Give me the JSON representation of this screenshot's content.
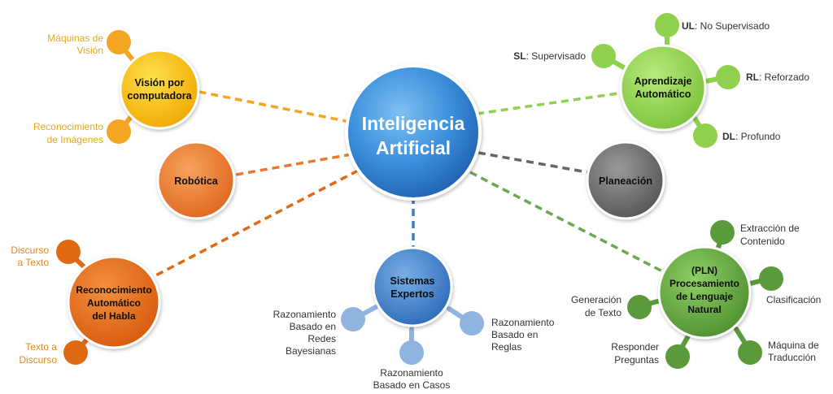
{
  "colors": {
    "center": "#2f80d6",
    "vision": "#f5b800",
    "vision_leaf": "#f4a623",
    "vision_label": "#e6a817",
    "robotica": "#e8792f",
    "habla": "#e06a14",
    "habla_leaf": "#e06a14",
    "habla_label": "#e28a1e",
    "expertos": "#3d7cc9",
    "expertos_leaf": "#8fb4df",
    "aprendizaje": "#8fd14f",
    "aprendizaje_leaf": "#8fd14f",
    "planeacion": "#666666",
    "pln": "#6aa84f",
    "pln_leaf": "#5a9a3a",
    "text_dark": "#333333"
  },
  "center": {
    "line1": "Inteligencia",
    "line2": "Artificial"
  },
  "vision": {
    "line1": "Visión por",
    "line2": "computadora",
    "leaf1_a": "Máquinas de",
    "leaf1_b": "Visión",
    "leaf2_a": "Reconocimiento",
    "leaf2_b": "de Imágenes"
  },
  "robotica": {
    "label": "Robótica"
  },
  "habla": {
    "line1": "Reconocimiento",
    "line2": "Automático",
    "line3": "del Habla",
    "leaf1_a": "Discurso",
    "leaf1_b": "a Texto",
    "leaf2_a": "Texto a",
    "leaf2_b": "Discurso"
  },
  "expertos": {
    "line1": "Sistemas",
    "line2": "Expertos",
    "leaf1_a": "Razonamiento",
    "leaf1_b": "Basado en",
    "leaf1_c": "Redes",
    "leaf1_d": "Bayesianas",
    "leaf2_a": "Razonamiento",
    "leaf2_b": "Basado en Casos",
    "leaf3_a": "Razonamiento",
    "leaf3_b": "Basado en",
    "leaf3_c": "Reglas"
  },
  "aprendizaje": {
    "line1": "Aprendizaje",
    "line2": "Automático",
    "ul_abbr": "UL",
    "ul_text": ": No Supervisado",
    "sl_abbr": "SL",
    "sl_text": ": Supervisado",
    "rl_abbr": "RL",
    "rl_text": ": Reforzado",
    "dl_abbr": "DL",
    "dl_text": ": Profundo"
  },
  "planeacion": {
    "label": "Planeación"
  },
  "pln": {
    "line1": "(PLN)",
    "line2": "Procesamiento",
    "line3": "de Lenguaje",
    "line4": "Natural",
    "leaf1_a": "Extracción de",
    "leaf1_b": "Contenido",
    "leaf2": "Clasificación",
    "leaf3_a": "Máquina de",
    "leaf3_b": "Traducción",
    "leaf4_a": "Responder",
    "leaf4_b": "Preguntas",
    "leaf5_a": "Generación",
    "leaf5_b": "de Texto"
  }
}
